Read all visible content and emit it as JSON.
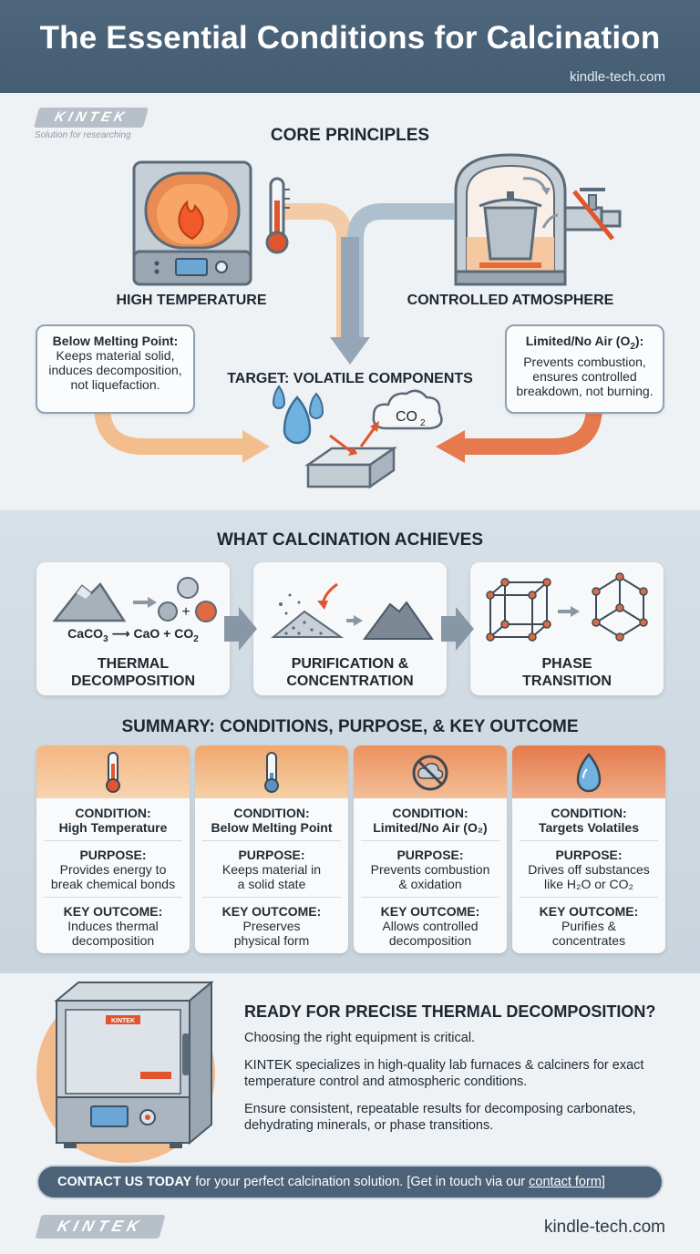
{
  "header": {
    "title": "The Essential Conditions for Calcination",
    "url": "kindle-tech.com"
  },
  "brand": {
    "logo": "KINTEK",
    "tagline": "Solution for researching"
  },
  "core": {
    "title": "CORE PRINCIPLES",
    "high_temp": "HIGH TEMPERATURE",
    "controlled_atm": "CONTROLLED ATMOSPHERE",
    "target": "TARGET: VOLATILE COMPONENTS",
    "co2": "CO",
    "co2_sub": "2",
    "left_callout": {
      "title": "Below Melting Point:",
      "text": "Keeps material solid, induces decomposition, not liquefaction."
    },
    "right_callout": {
      "title_a": "Limited/No Air (O",
      "title_sub": "2",
      "title_b": "):",
      "text": "Prevents combustion, ensures controlled breakdown, not burning."
    }
  },
  "achieves": {
    "title": "WHAT CALCINATION ACHIEVES",
    "cards": [
      {
        "label_1": "THERMAL",
        "label_2": "DECOMPOSITION"
      },
      {
        "label_1": "PURIFICATION &",
        "label_2": "CONCENTRATION"
      },
      {
        "label_1": "PHASE",
        "label_2": "TRANSITION"
      }
    ],
    "formula": {
      "a": "CaCO",
      "a_sub": "3",
      "arrow": "⟶",
      "b": "CaO + CO",
      "b_sub": "2"
    }
  },
  "summary": {
    "title": "SUMMARY: CONDITIONS, PURPOSE, & KEY OUTCOME",
    "cards": [
      {
        "icon": "thermometer-icon",
        "condition_key": "CONDITION:",
        "condition": "High Temperature",
        "purpose_key": "PURPOSE:",
        "purpose_1": "Provides energy to",
        "purpose_2": "break chemical bonds",
        "outcome_key": "KEY OUTCOME:",
        "outcome_1": "Induces thermal",
        "outcome_2": "decomposition",
        "color_top": "#f3b680",
        "color_bottom": "#f7d3b0"
      },
      {
        "icon": "thermometer-icon",
        "condition_key": "CONDITION:",
        "condition": "Below Melting Point",
        "purpose_key": "PURPOSE:",
        "purpose_1": "Keeps material in",
        "purpose_2": "a solid state",
        "outcome_key": "KEY OUTCOME:",
        "outcome_1": "Preserves",
        "outcome_2": "physical form",
        "color_top": "#f0a86e",
        "color_bottom": "#f6cfa6"
      },
      {
        "icon": "no-air-icon",
        "condition_key": "CONDITION:",
        "condition": "Limited/No Air (O₂)",
        "purpose_key": "PURPOSE:",
        "purpose_1": "Prevents combustion",
        "purpose_2": "& oxidation",
        "outcome_key": "KEY OUTCOME:",
        "outcome_1": "Allows controlled",
        "outcome_2": "decomposition",
        "color_top": "#ec905d",
        "color_bottom": "#f3be98"
      },
      {
        "icon": "droplet-icon",
        "condition_key": "CONDITION:",
        "condition": "Targets Volatiles",
        "purpose_key": "PURPOSE:",
        "purpose_1": "Drives off substances",
        "purpose_2": "like H₂O or CO₂",
        "outcome_key": "KEY OUTCOME:",
        "outcome_1": "Purifies &",
        "outcome_2": "concentrates",
        "color_top": "#e57a4c",
        "color_bottom": "#efac86"
      }
    ]
  },
  "cta": {
    "title": "READY FOR PRECISE THERMAL DECOMPOSITION?",
    "p1": "Choosing the right equipment is critical.",
    "p2": "KINTEK specializes in high-quality lab furnaces & calciners for exact temperature control and atmospheric conditions.",
    "p3": "Ensure consistent, repeatable results for decomposing carbonates, dehydrating minerals, or phase transitions.",
    "contact_bold": "CONTACT US TODAY",
    "contact_rest": " for your perfect calcination solution. [Get in touch via our ",
    "contact_link": "contact form",
    "contact_end": "]",
    "furnace_badge": "KINTEK"
  },
  "footer": {
    "logo": "KINTEK",
    "url": "kindle-tech.com"
  }
}
